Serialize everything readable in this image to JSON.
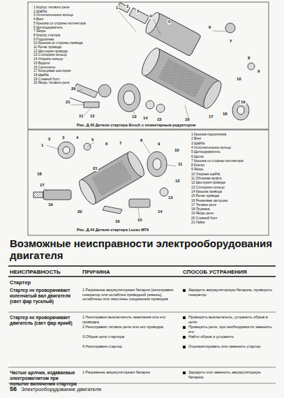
{
  "diagram": {
    "title": "Возможные неисправности электрооборудования двигателя",
    "caption": "Рис. Д.43 Детали стартера Bosch с планетарным редуктором",
    "labels": [
      "1 Корпус тягового реле",
      "2 Шайба",
      "3 Уплотнительное кольцо",
      "4 Винт",
      "5 Крышка со стороны коллектора",
      "6 Щеткодержатель",
      "7 Якорь",
      "8 Корпус статора",
      "9 Подшипник",
      "10 Крышка со стороны привода",
      "11 Рычаг привода",
      "12 Шестерня привода",
      "13 Стопорное кольцо",
      "14 Упорное кольцо",
      "15 Водило",
      "16 Сателлиты",
      "17 Кольцевая шестерня",
      "18 Шайба",
      "19 Стяжной болт",
      "20 Якорь тягового реле",
      "1",
      "2",
      "3",
      "4",
      "5",
      "6",
      "7",
      "8",
      "9",
      "10",
      "11",
      "12",
      "13",
      "14",
      "15",
      "16",
      "17",
      "18",
      "19",
      "20",
      "21",
      "1 Крышка подшипника",
      "2 Винт",
      "3 Шайба",
      "4 Уплотнительное кольцо",
      "5 Щеткодержатель",
      "6 Щетки",
      "7 Крышка со стороны коллектора",
      "8 Корпус",
      "9 Якорь",
      "10 Упорная шайба",
      "11 Обгонная муфта",
      "12 Шестерня привода",
      "13 Стопорное кольцо",
      "14 Крышка привода",
      "15 Рычаг привода",
      "16 Резиновая заглушка",
      "17 Тяговое реле",
      "18 Пружина",
      "19 Якорь реле",
      "20 Стяжной болт",
      "21 Гайка",
      "1",
      "2",
      "3",
      "4",
      "5",
      "6",
      "7",
      "8",
      "9",
      "10",
      "11",
      "12",
      "13",
      "14",
      "15",
      "16",
      "17",
      "18",
      "19",
      "20",
      "21",
      "Рис. Д.44 Детали стартера Lucas M79",
      "НЕИСПРАВНОСТЬ",
      "ПРИЧИНА",
      "СПОСОБ УСТРАНЕНИЯ",
      "Стартер",
      "Стартер не проворачивает коленчатый вал двигателя (свет фар тусклый)",
      "1 Разряжена аккумуляторная батарея (неисправен генератор или ослаблен приводной ремень), ослаблены или окислены соединения проводов",
      "Зарядить аккумуляторную батарею, проверить генератор",
      "Стартер не проворачивает двигатель (свет фар яркий)",
      "1 Неисправен выключатель зажигания или его проводка",
      "2 Неисправно тяговое реле или его проводка",
      "3 Обрыв цепи стартера",
      "4 Неисправен стартер",
      "Проверить выключатель, устранить обрыв в цепи",
      "Проверить реле, при необходимости заменить его",
      "Найти обрыв и устранить",
      "Отремонтировать или заменить стартер",
      "Частые щелчки, издаваемые электромагнитом при попытке включения стартера",
      "1 Разряжена аккумуляторная батарея",
      "Зарядить или заменить аккумуляторную батарею",
      "56",
      "Электрооборудование двигателя"
    ]
  }
}
